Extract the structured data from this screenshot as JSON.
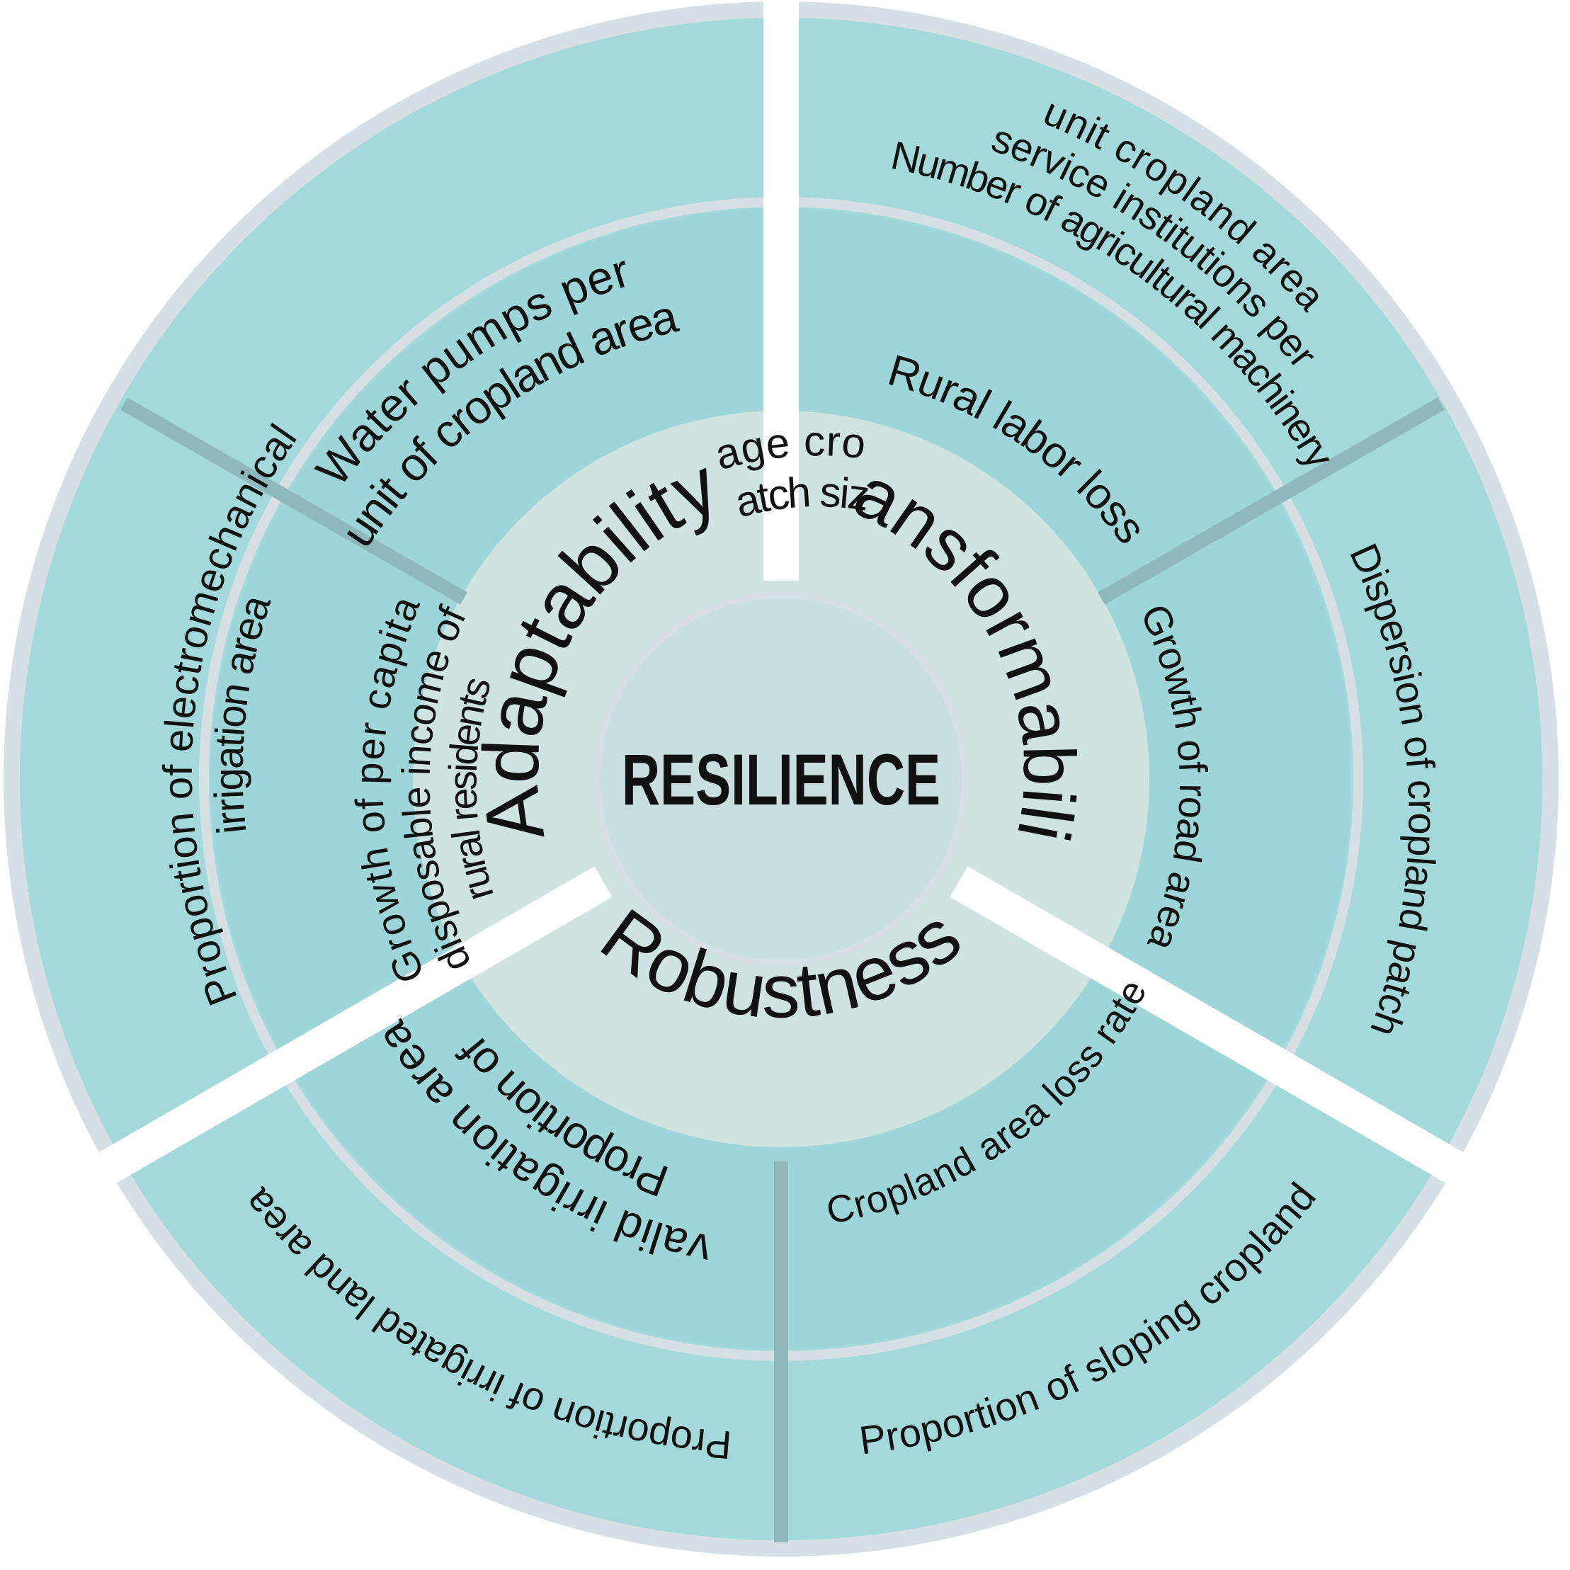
{
  "center": {
    "title": "RESILIENCE"
  },
  "dimensions": {
    "adaptability": {
      "label": "Adaptability"
    },
    "transformability": {
      "label": "Transformability"
    },
    "robustness": {
      "label": "Robustness"
    }
  },
  "indicators": {
    "water_pumps": [
      "Water pumps per",
      "unit of cropland area"
    ],
    "avg_patch_size": [
      "Average cropland",
      "patch size"
    ],
    "electromech_irr": [
      "Proportion of electromechanical",
      "irrigation area"
    ],
    "income_growth": [
      "Growth of per capita",
      "disposable income of",
      "rural residents"
    ],
    "ag_machinery": [
      "Number of agricultural machinery",
      "service institutions per",
      "unit cropland area"
    ],
    "rural_labor_loss": [
      "Rural labor loss"
    ],
    "road_growth": [
      "Growth of road area"
    ],
    "patch_dispersion": [
      "Dispersion of cropland patch"
    ],
    "valid_irrigation": [
      "Proportion of",
      "valid irrigation area"
    ],
    "cropland_loss": [
      "Cropland area loss rate"
    ],
    "irrigated_land": [
      "Proportion of irrigated land area"
    ],
    "sloping_cropland": [
      "Proportion of sloping cropland"
    ]
  },
  "colors": {
    "outer_ring": "#a3d9db",
    "inner_ring": "#9ed5d8",
    "dimension_ring": "#cfe3e1",
    "center": "#c8dfde",
    "border": "#d6dfe3",
    "divider": "#8fb8bc",
    "gap": "#ffffff",
    "text": "#111111"
  }
}
